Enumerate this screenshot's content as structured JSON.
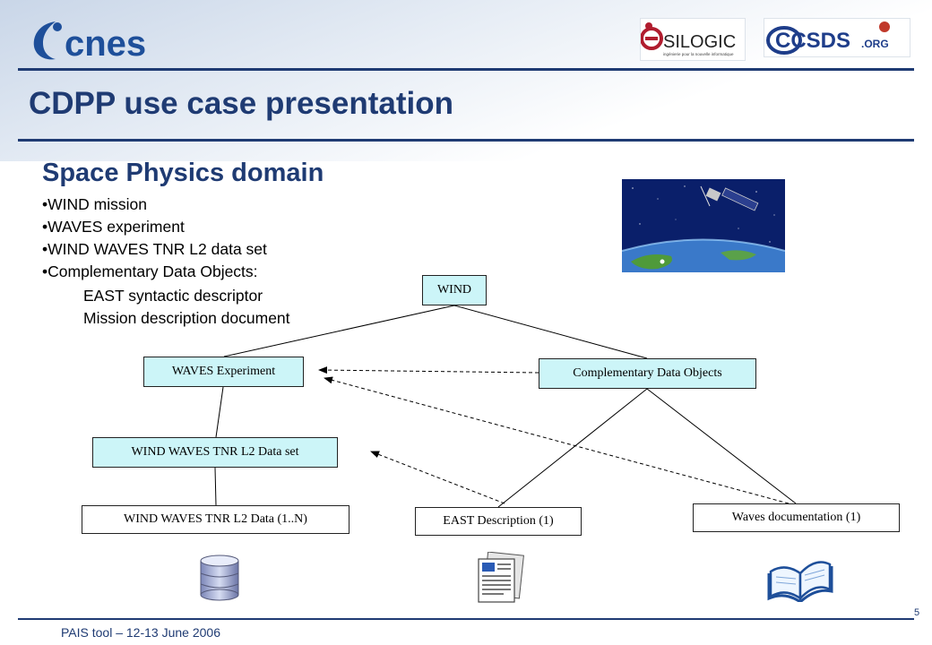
{
  "header": {
    "cnes_logo_text": "cnes",
    "silogic_logo_text": "SILOGIC",
    "silogic_tagline": "ingénierie pour la nouvelle informatique",
    "ccsds_logo_text": "CCSDS",
    "ccsds_logo_suffix": ".ORG"
  },
  "slide": {
    "title": "CDPP use case presentation",
    "subtitle": "Space Physics domain",
    "bullets": [
      "WIND mission",
      "WAVES experiment",
      "WIND WAVES TNR L2 data set",
      "Complementary Data Objects:"
    ],
    "subitems": [
      "EAST syntactic descriptor",
      "Mission description document"
    ]
  },
  "diagram": {
    "nodes": {
      "wind": "WIND",
      "waves_experiment": "WAVES Experiment",
      "complementary": "Complementary Data Objects",
      "dataset": "WIND WAVES TNR L2 Data set",
      "data": "WIND WAVES TNR L2 Data (1..N)",
      "east": "EAST Description (1)",
      "waves_doc": "Waves documentation (1)"
    },
    "icons": [
      "database-icon",
      "document-icon",
      "book-icon"
    ]
  },
  "footer": {
    "text": "PAIS tool – 12-13 June 2006",
    "page_number": "5"
  },
  "colors": {
    "accent": "#1f3b73",
    "node_fill": "#ccf5f8",
    "cnes_blue": "#1e4f9a",
    "ccsds_red": "#c0392b"
  }
}
